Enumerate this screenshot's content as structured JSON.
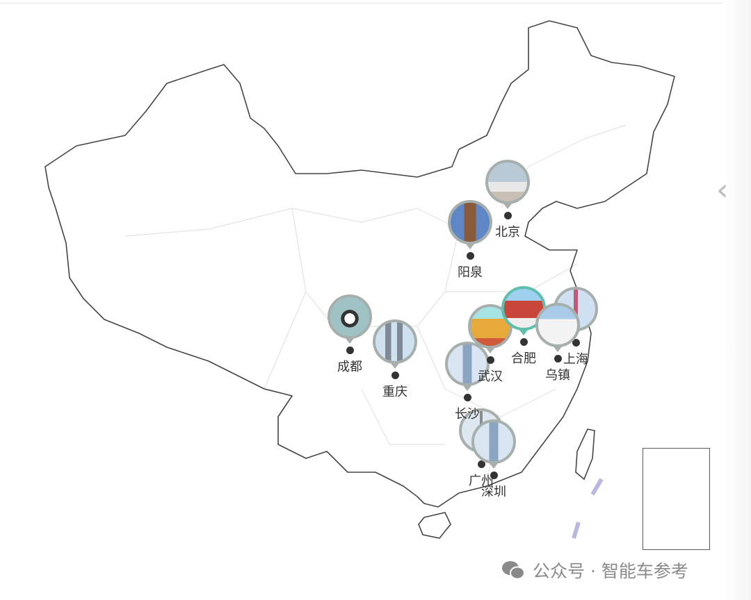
{
  "map": {
    "cities": [
      {
        "name": "北京",
        "style": "gray",
        "photo": "car"
      },
      {
        "name": "阳泉",
        "style": "gray",
        "photo": "tower"
      },
      {
        "name": "成都",
        "style": "gray",
        "photo": "panda"
      },
      {
        "name": "重庆",
        "style": "gray",
        "photo": "twin-towers"
      },
      {
        "name": "长沙",
        "style": "gray",
        "photo": "skyscraper"
      },
      {
        "name": "武汉",
        "style": "gray",
        "photo": "yellow-crane-tower"
      },
      {
        "name": "合肥",
        "style": "teal",
        "photo": "gate"
      },
      {
        "name": "上海",
        "style": "gray",
        "photo": "pearl-tower"
      },
      {
        "name": "乌镇",
        "style": "gray",
        "photo": "welcome-sign"
      },
      {
        "name": "广州",
        "style": "gray",
        "photo": "canton-tower"
      },
      {
        "name": "深圳",
        "style": "gray",
        "photo": "skyscraper"
      }
    ],
    "colors": {
      "pin_gray": "#a7afac",
      "pin_active": "#5fbfac",
      "border": "#444444",
      "province": "#e2e2e2"
    }
  },
  "nav": {
    "next_icon": "chevron-left-icon"
  },
  "watermark": {
    "icon": "wechat-icon",
    "text": "公众号 · 智能车参考"
  }
}
